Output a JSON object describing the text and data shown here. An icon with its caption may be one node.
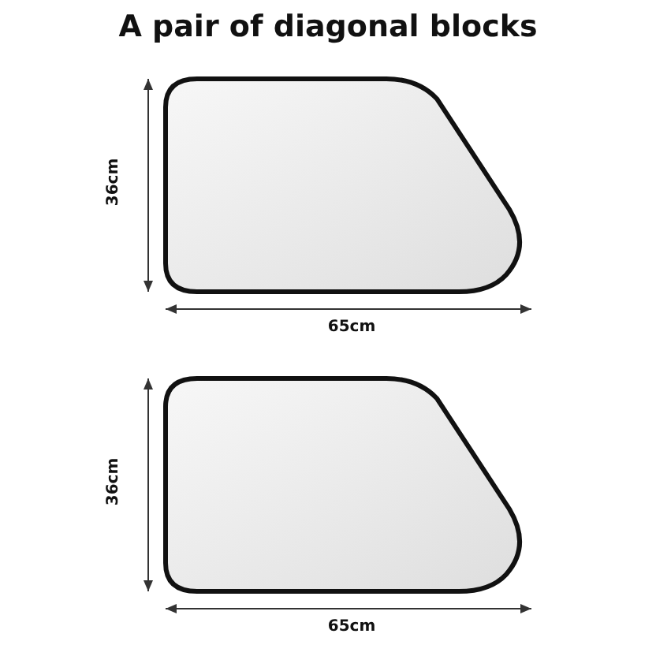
{
  "diagram": {
    "title": "A pair of diagonal blocks",
    "labels": [
      "36cm",
      "65cm",
      "36cm",
      "65cm"
    ]
  }
}
